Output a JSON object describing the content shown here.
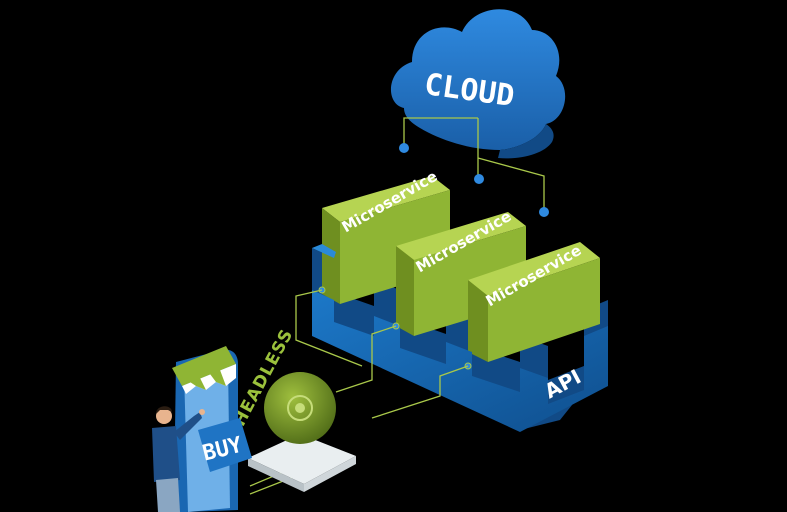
{
  "diagram": {
    "cloud": {
      "label": "CLOUD"
    },
    "microservices": [
      {
        "label": "Microservice"
      },
      {
        "label": "Microservice"
      },
      {
        "label": "Microservice"
      }
    ],
    "api": {
      "label": "API"
    },
    "headless": {
      "label": "HEADLESS"
    },
    "storefront": {
      "label": "BUY"
    }
  },
  "colors": {
    "cloud_blue": "#1f74c4",
    "api_blue": "#1366b0",
    "microservice_green": "#8fb534",
    "connector_green": "#a9c84a",
    "background": "#000000"
  }
}
